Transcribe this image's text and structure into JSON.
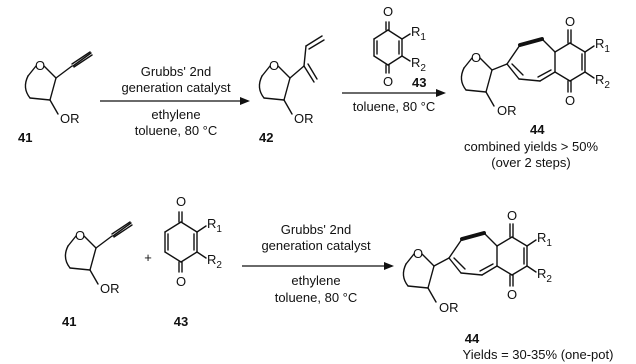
{
  "scheme1": {
    "cond_above_1": "Grubbs' 2nd",
    "cond_above_2": "generation catalyst",
    "cond_below_1": "ethylene",
    "cond_below_2": "toluene, 80 °C",
    "cond2_below": "toluene, 80 °C",
    "num_41": "41",
    "num_42": "42",
    "num_43": "43",
    "num_44": "44",
    "yield_1": "combined yields > 50%",
    "yield_2": "(over 2 steps)"
  },
  "scheme2": {
    "cond_above_1": "Grubbs' 2nd",
    "cond_above_2": "generation catalyst",
    "cond_below_1": "ethylene",
    "cond_below_2": "toluene, 80 °C",
    "num_41": "41",
    "num_43": "43",
    "num_44": "44",
    "plus": "+",
    "yield": "Yields = 30-35% (one-pot)"
  },
  "atoms": {
    "O": "O",
    "OR": "OR",
    "R": "R",
    "sub1": "1",
    "sub2": "2"
  }
}
